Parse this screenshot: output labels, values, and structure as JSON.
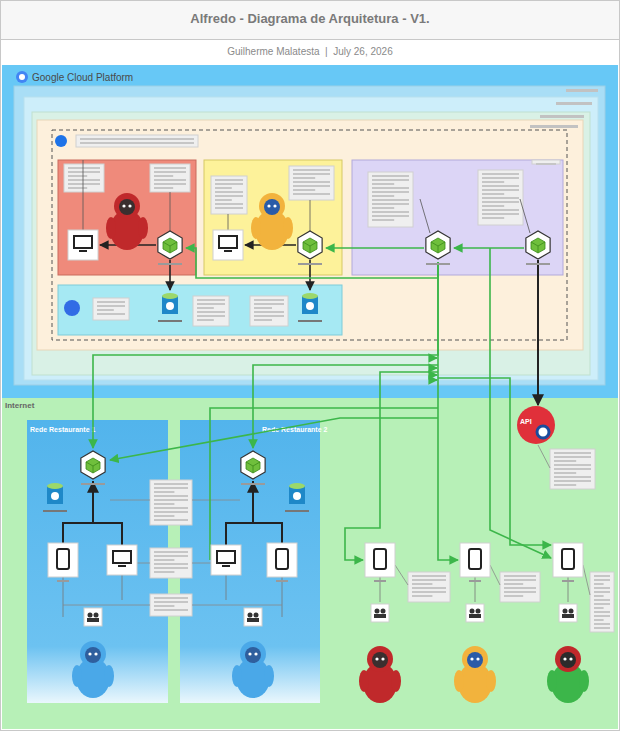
{
  "diagram": {
    "title": "Alfredo - Diagrama de Arquitetura - V1.",
    "caption": "Guilherme Malatesta  |  July 26, 2026",
    "nodes": [
      {
        "text": [
          "Google Cloud Platform"
        ]
      },
      {
        "text": [
          "Internet"
        ]
      },
      {
        "text": [
          "Rede Restaurante 1"
        ],
        "in": 1
      },
      {
        "text": [
          "Rede Restaurante 2"
        ],
        "in": 1
      }
    ],
    "labels": [
      "API"
    ]
  }
}
